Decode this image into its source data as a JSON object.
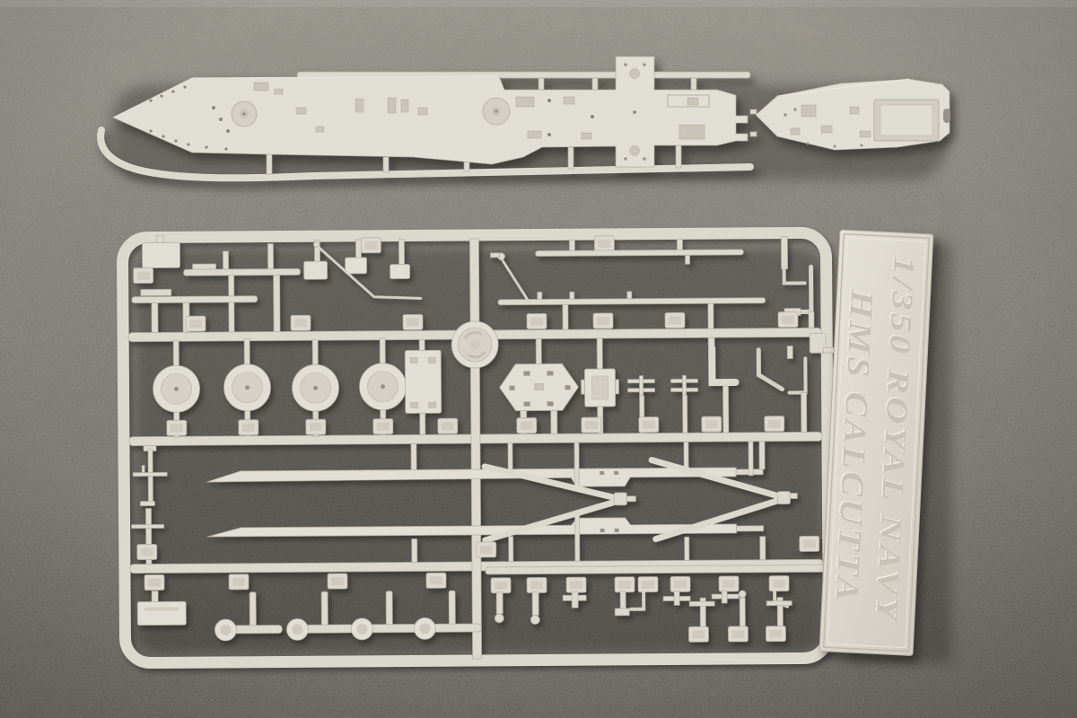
{
  "scene": {
    "description": "Photograph of an unassembled 1/350 scale HMS Calcutta plastic model kit: two light-grey deck parts on runners at top, a sprue of small fittings at lower left, and an embossed display-stand nameplate at right, lying on dark grey felt.",
    "felt_color": "#7a776f",
    "plastic_color": "#dcd9cf",
    "shadow_color": "#35322d"
  },
  "objects": {
    "foredeck": {
      "label": "main deck part on runner"
    },
    "stern_deck": {
      "label": "stern deck part"
    },
    "sprue": {
      "label": "sprue of small parts with blank molded number tags"
    },
    "medallion": {
      "label": "manufacturer medallion on sprue"
    },
    "nameplate": {
      "label": "display stand nameplate"
    }
  },
  "nameplate": {
    "scale_line": "1/350 ROYAL NAVY",
    "name_line": "HMS CALCUTTA"
  }
}
